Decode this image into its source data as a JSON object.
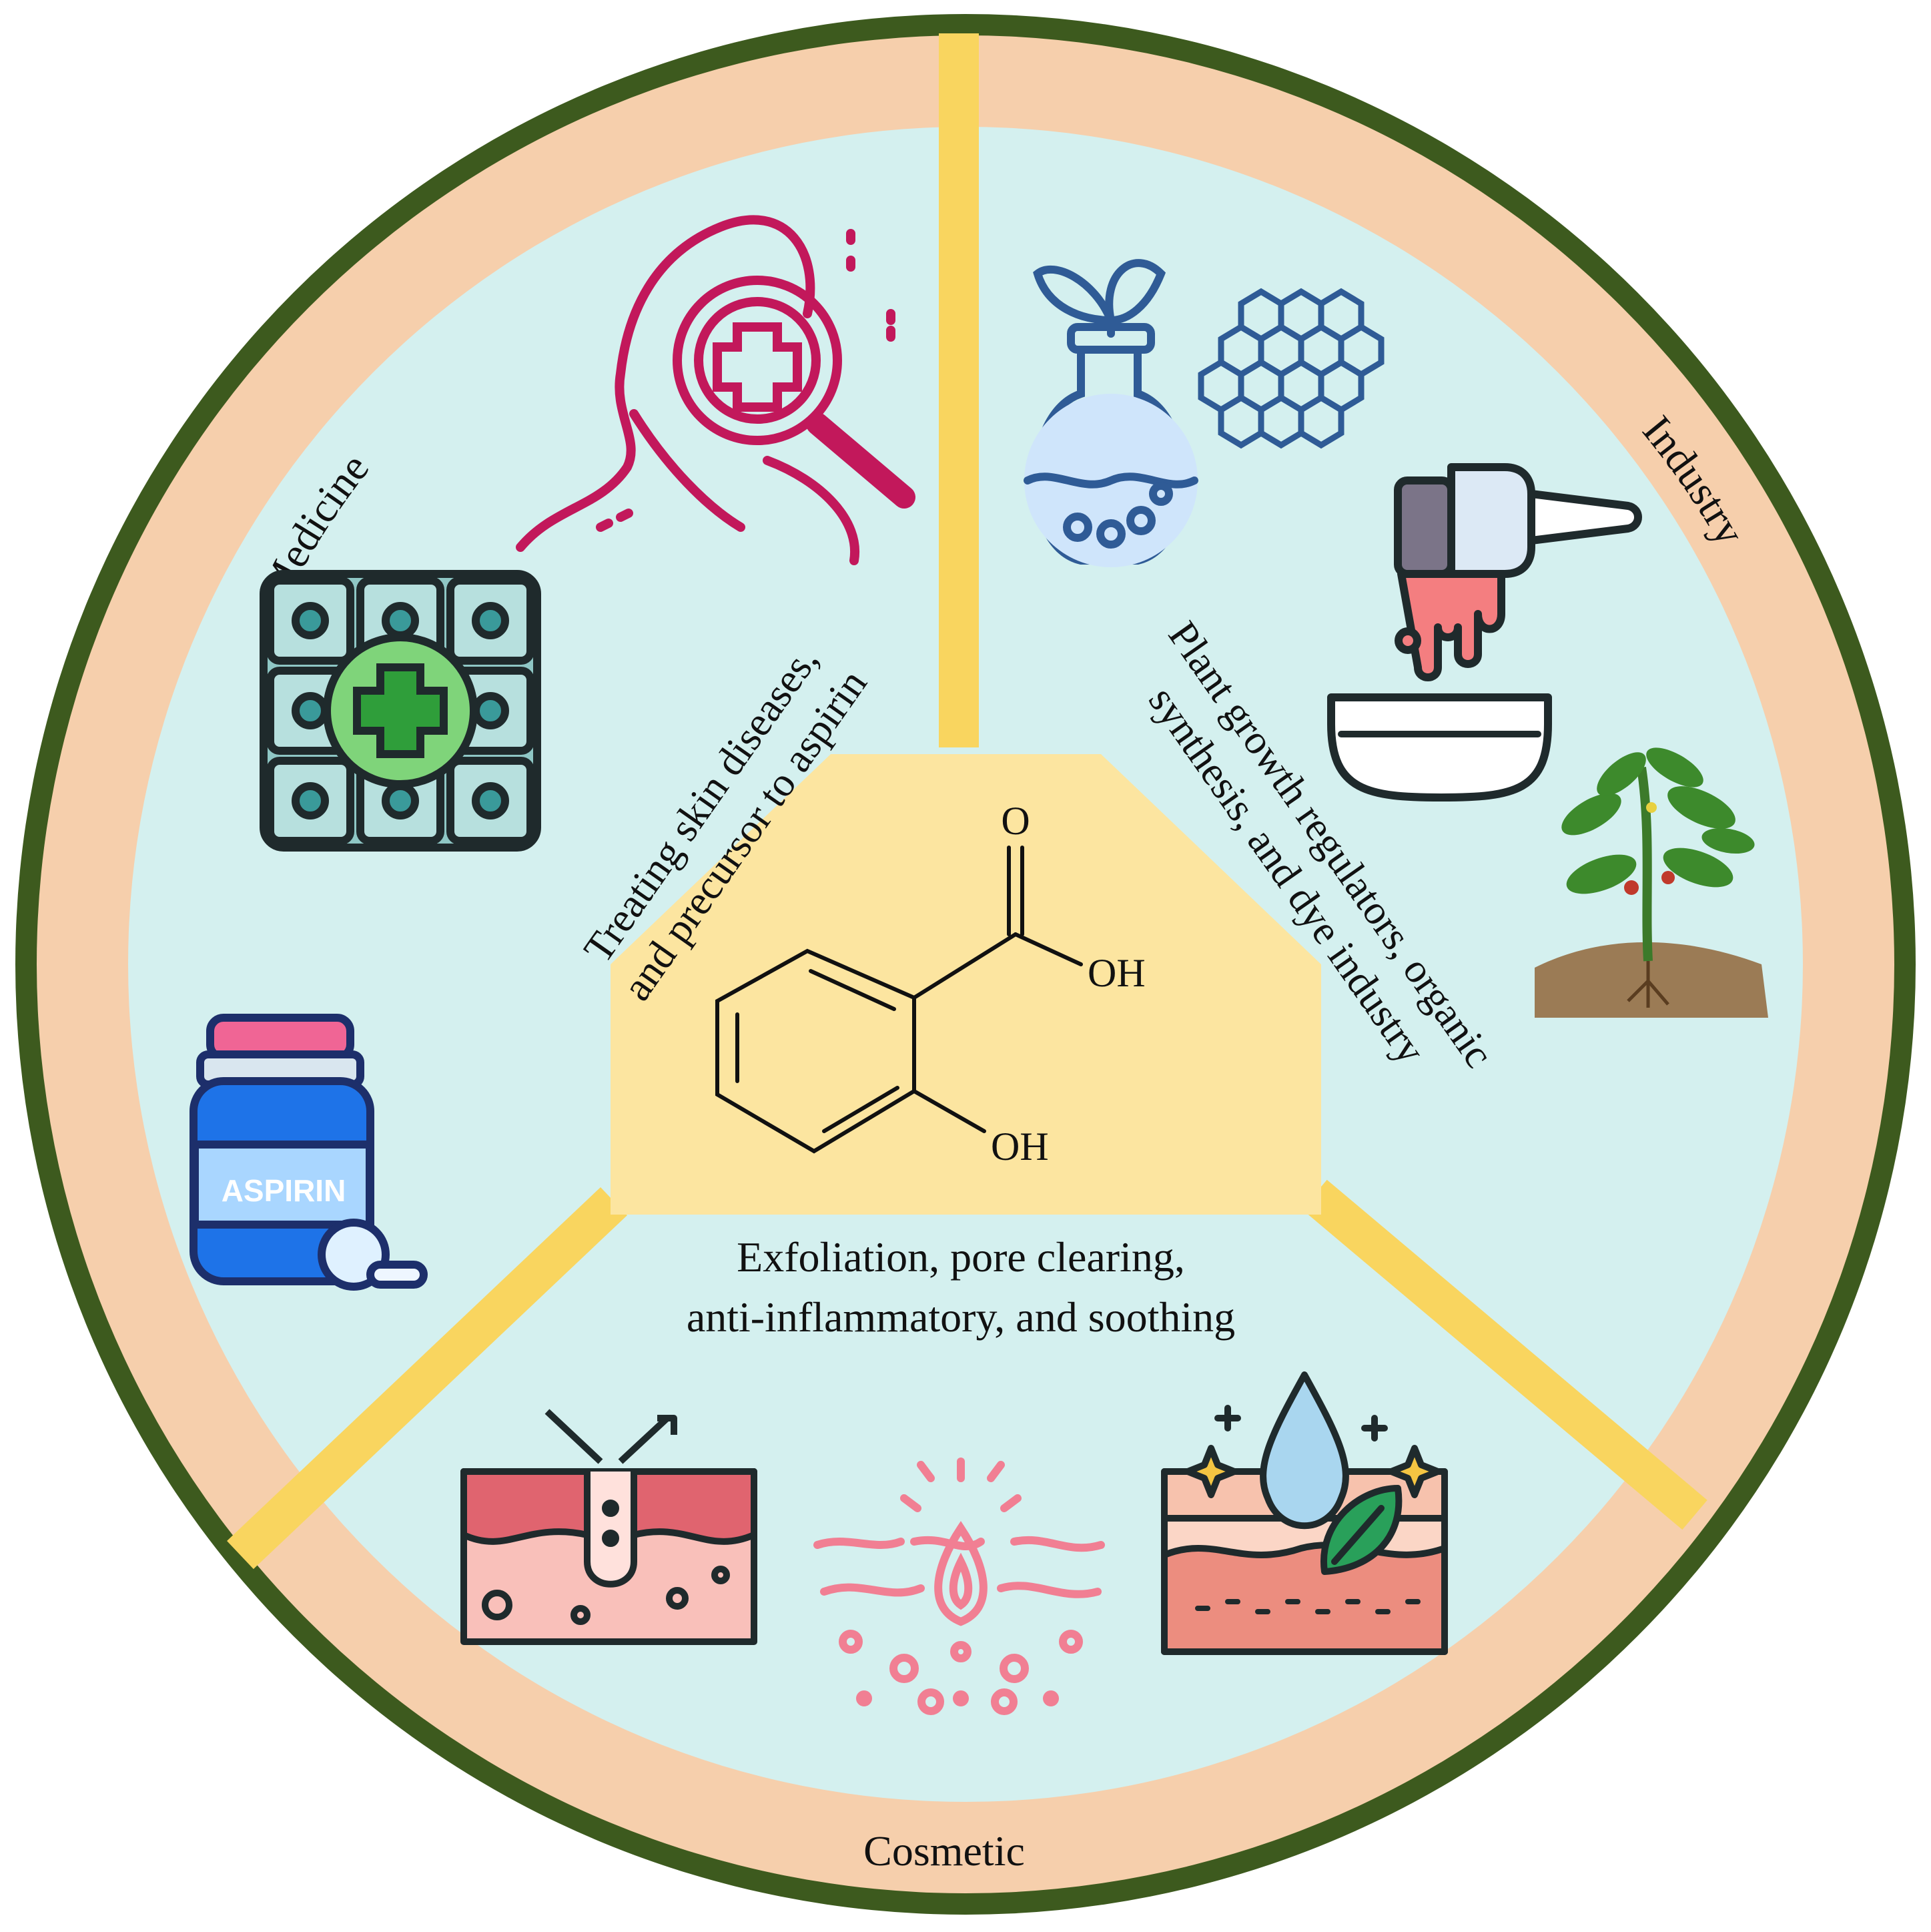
{
  "sections": {
    "medicine": {
      "label": "Medicine",
      "description_line1": "Treating skin diseases,",
      "description_line2": "and precursor to aspirin"
    },
    "industry": {
      "label": "Industry",
      "description_line1": "Plant growth regulators, organic",
      "description_line2": "synthesis, and dye industry"
    },
    "cosmetic": {
      "label": "Cosmetic",
      "description_line1": "Exfoliation, pore clearing,",
      "description_line2": "anti-inflammatory, and soothing"
    }
  },
  "molecule": {
    "carbonyl_o": "O",
    "acid_oh": "OH",
    "phenol_oh": "OH"
  },
  "aspirin_bottle_label": "ASPIRIN",
  "colors": {
    "outer_ring": "#3d5a1e",
    "band": "#f6cfac",
    "inner": "#d4f0ef",
    "divider": "#f9d55f",
    "center": "#fce5a0",
    "medicine_icon": "#c2185b",
    "industry_icon": "#2f5b96",
    "cosmetic_icon": "#e07a8a"
  },
  "icons": [
    "skin-diagnosis-magnifier-icon",
    "cell-grid-cross-icon",
    "aspirin-bottle-icon",
    "flask-plant-icon",
    "molecular-lattice-icon",
    "dye-dropper-icon",
    "plant-soil-icon",
    "pore-extraction-icon",
    "skin-inflammation-icon",
    "skin-hydration-leaf-icon"
  ]
}
